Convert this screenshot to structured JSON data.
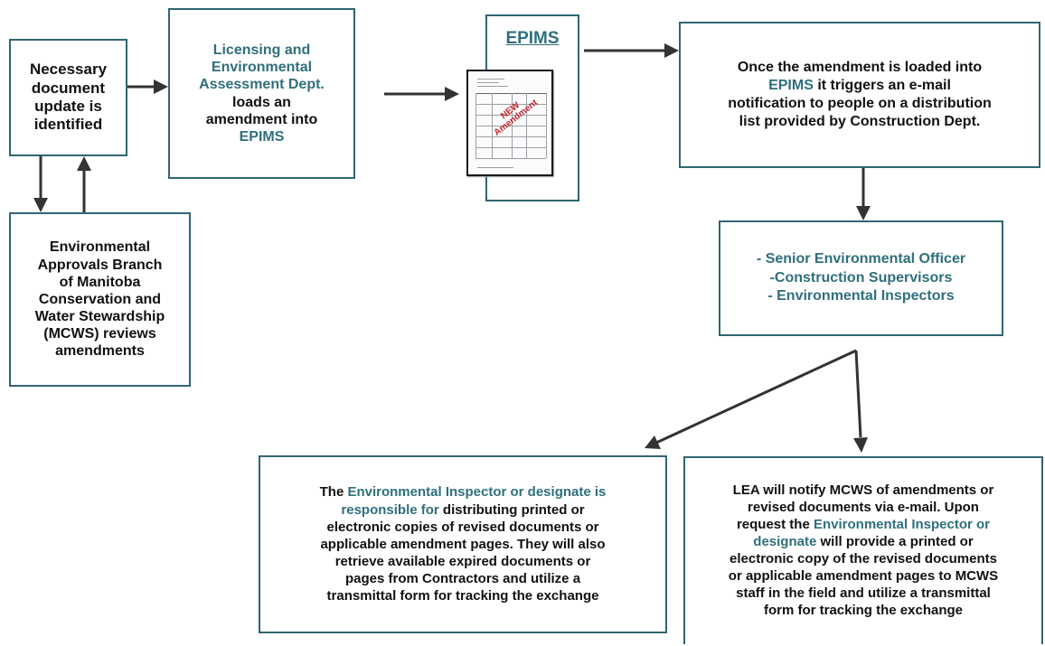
{
  "boxes": {
    "identify": {
      "line1": "Necessary",
      "line2": "document",
      "line3": "update is",
      "line4": "identified"
    },
    "lea": {
      "line1": "Licensing and",
      "line2": "Environmental",
      "line3": "Assessment Dept.",
      "line4": "loads an",
      "line5": "amendment into",
      "line6": "EPIMS"
    },
    "epims": {
      "title": "EPIMS",
      "stamp_line1": "NEW",
      "stamp_line2": "Amendment"
    },
    "trigger": {
      "line1": "Once the amendment is loaded into",
      "line2_accent": "EPIMS",
      "line2_rest": " it triggers an e-mail",
      "line3": "notification to people on a distribution",
      "line4": "list provided by Construction Dept."
    },
    "eab": {
      "line1": "Environmental",
      "line2": "Approvals Branch",
      "line3": "of Manitoba",
      "line4": "Conservation and",
      "line5": "Water Stewardship",
      "line6": "(MCWS) reviews",
      "line7": "amendments"
    },
    "recipients": {
      "line1": "- Senior Environmental Officer",
      "line2": "-Construction Supervisors",
      "line3": "- Environmental Inspectors"
    },
    "inspector": {
      "line1_plain": "The ",
      "line1_accent": "Environmental Inspector or designate is",
      "line2_accent": "responsible for",
      "line2_rest": " distributing printed or",
      "line3": "electronic copies of revised documents or",
      "line4": "applicable amendment pages. They will also",
      "line5": "retrieve available expired documents or",
      "line6": "pages from Contractors",
      "line6_rest": " and utilize a",
      "line7": "transmittal form for tracking the exchange"
    },
    "notify": {
      "line1": "LEA will notify MCWS of amendments or",
      "line2": "revised documents via e-mail. Upon",
      "line3_plain": "request the ",
      "line3_accent": "Environmental Inspector or",
      "line4_accent": "designate",
      "line4_rest": " will provide a printed or",
      "line5": "electronic copy of the revised documents",
      "line6": "or applicable amendment pages to MCWS",
      "line7": "staff in the field and utilize a transmittal",
      "line8": "form for tracking the exchange"
    }
  },
  "colors": {
    "border": "#2f6673",
    "accent": "#2f6f7d",
    "stamp": "#c0262c",
    "arrow": "#333333"
  }
}
